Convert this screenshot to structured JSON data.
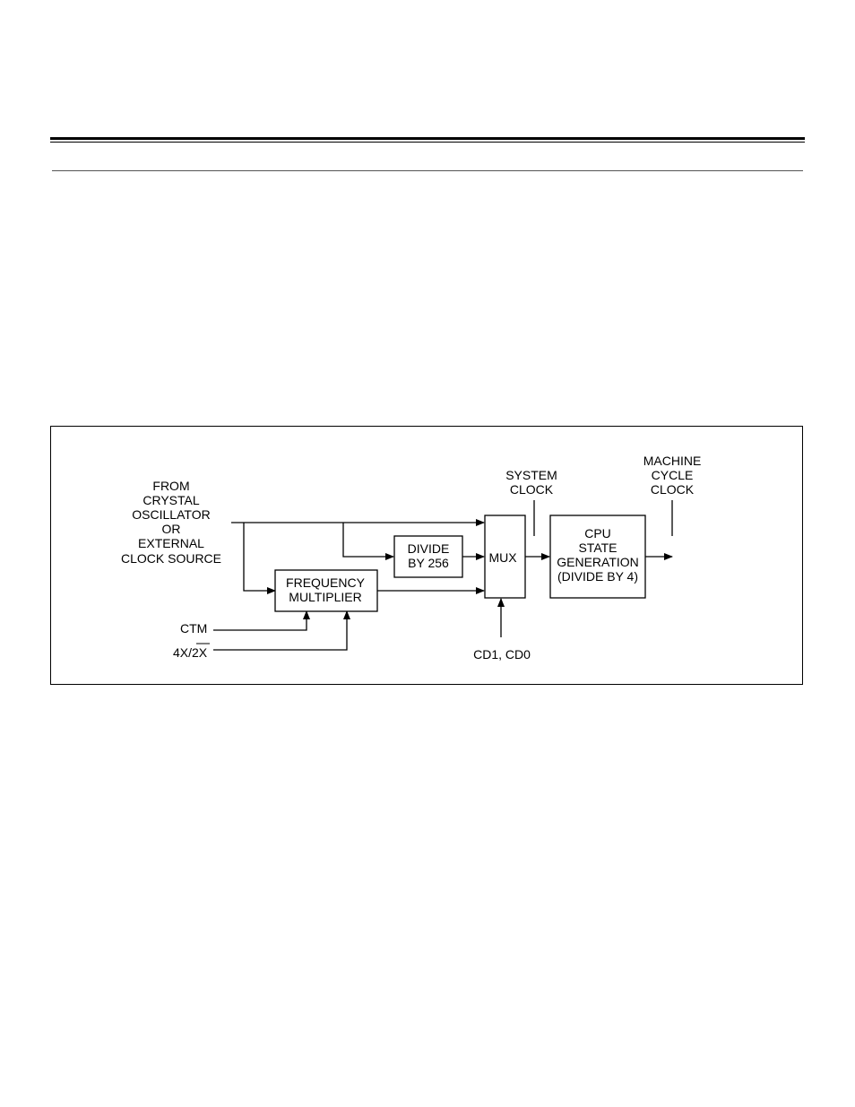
{
  "diagram": {
    "source_label": [
      "FROM",
      "CRYSTAL",
      "OSCILLATOR",
      "OR",
      "EXTERNAL",
      "CLOCK SOURCE"
    ],
    "divide_block": [
      "DIVIDE",
      "BY 256"
    ],
    "mux_block": "MUX",
    "freq_block": [
      "FREQUENCY",
      "MULTIPLIER"
    ],
    "cpu_block": [
      "CPU",
      "STATE",
      "GENERATION",
      "(DIVIDE BY 4)"
    ],
    "system_clock_label": [
      "SYSTEM",
      "CLOCK"
    ],
    "machine_cycle_label": [
      "MACHINE",
      "CYCLE",
      "CLOCK"
    ],
    "ctm_label": "CTM",
    "sel_label": "4X/2X",
    "cd_label": "CD1, CD0"
  }
}
